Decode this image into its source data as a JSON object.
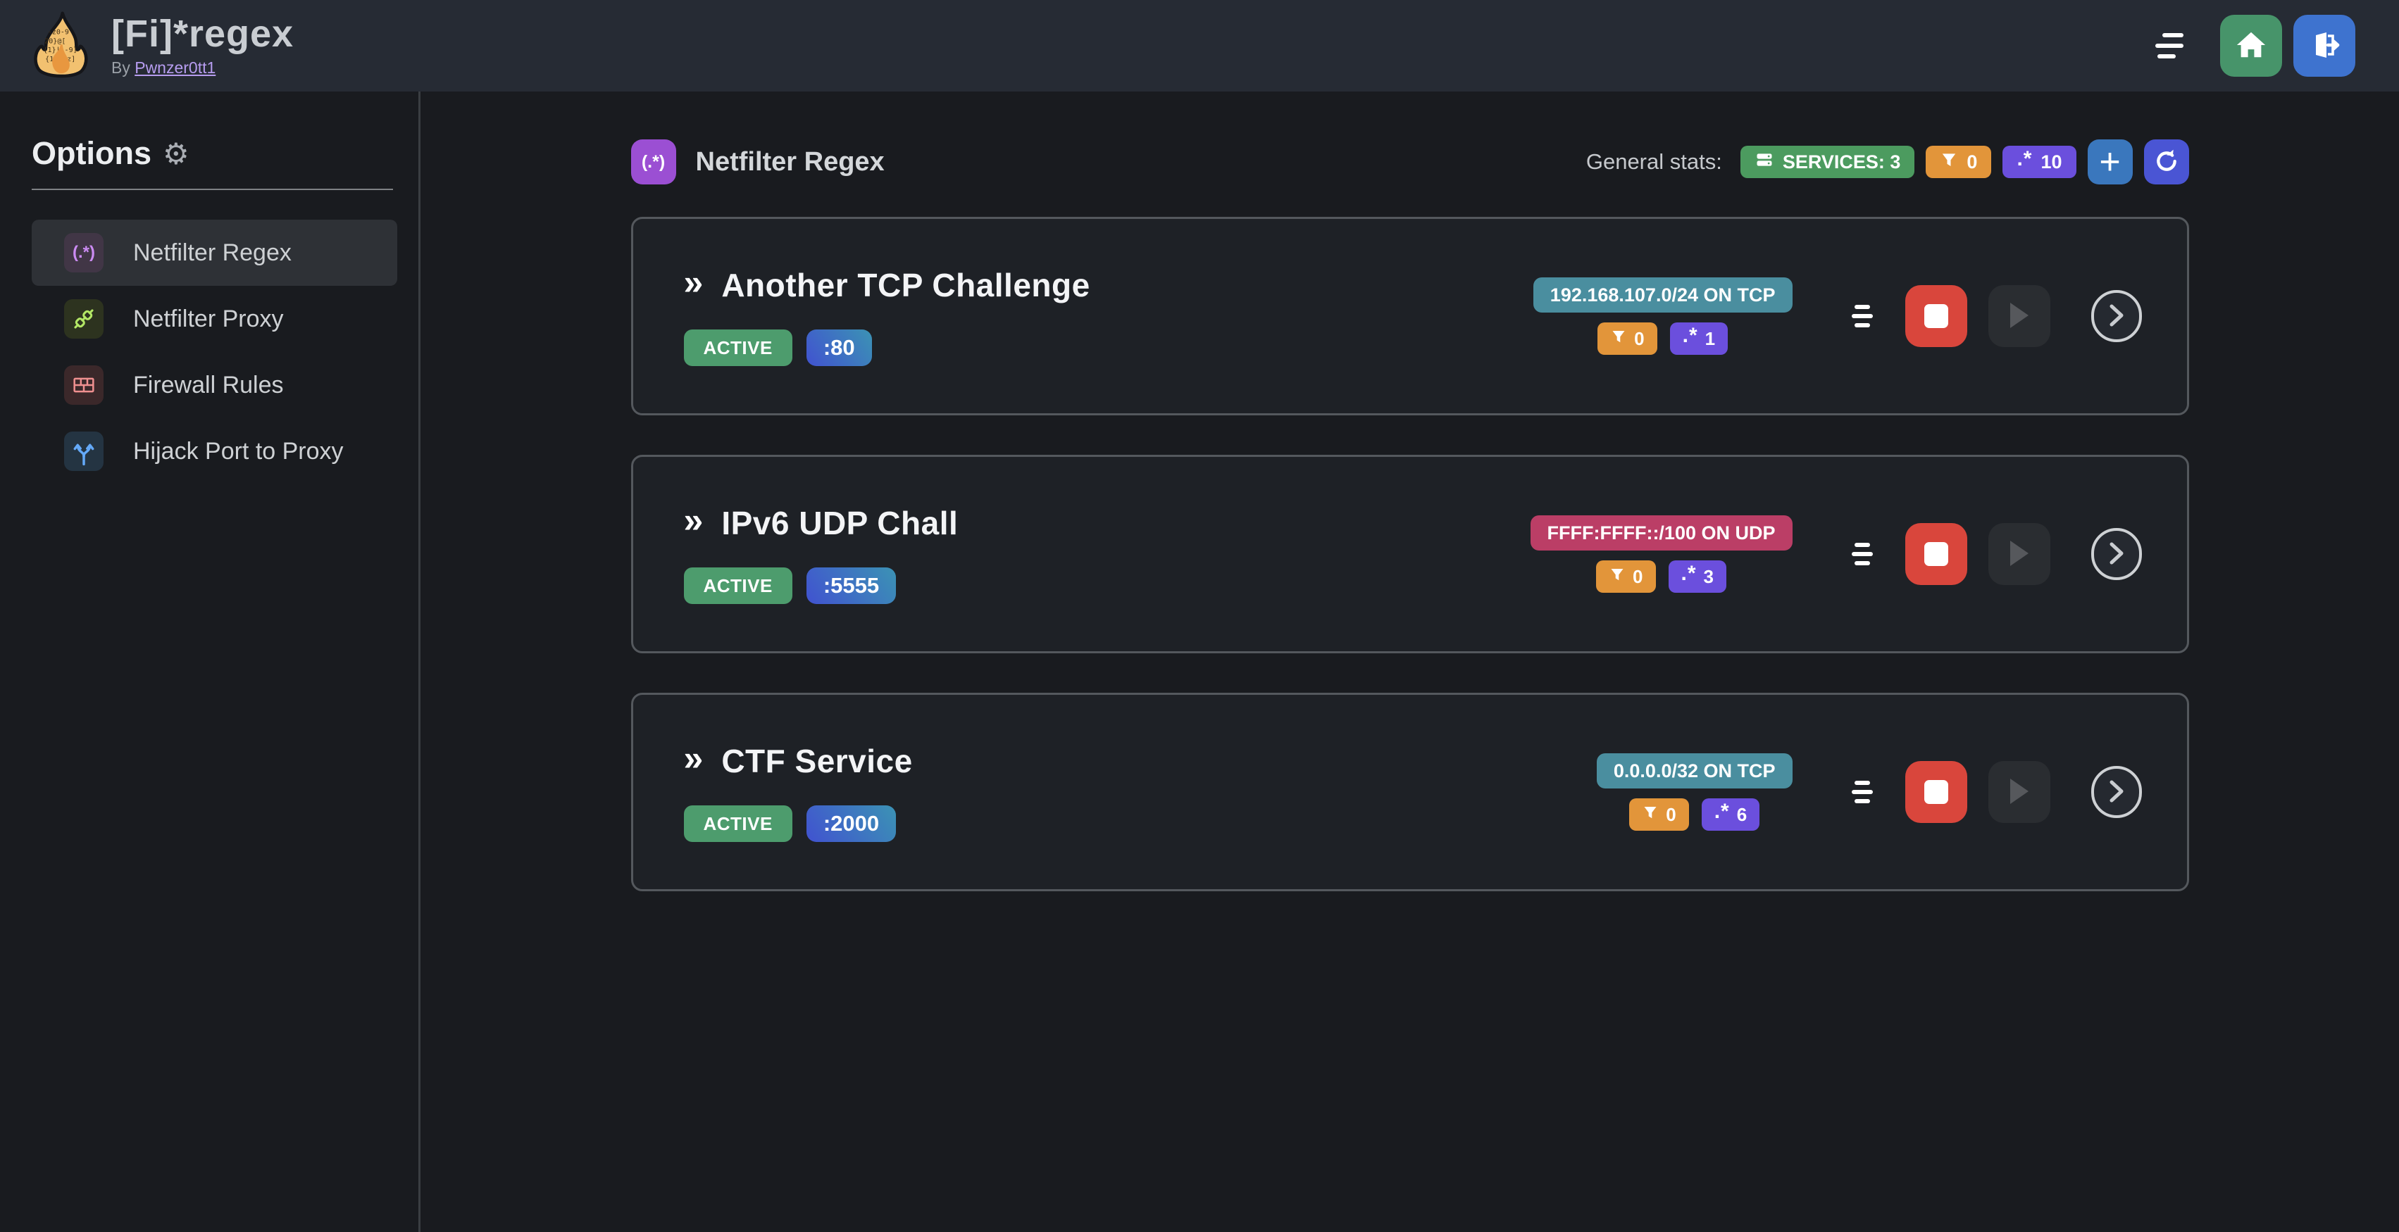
{
  "header": {
    "title": "[Fi]*regex",
    "byline_prefix": "By",
    "author_link": "Pwnzer0tt1"
  },
  "sidebar": {
    "heading": "Options",
    "gear": "⚙",
    "items": [
      {
        "label": "Netfilter Regex",
        "icon": "regex-icon",
        "icon_text": "(.*)",
        "active": true
      },
      {
        "label": "Netfilter Proxy",
        "icon": "plug-icon",
        "active": false
      },
      {
        "label": "Firewall Rules",
        "icon": "brick-wall-icon",
        "active": false
      },
      {
        "label": "Hijack Port to Proxy",
        "icon": "split-arrows-icon",
        "active": false
      }
    ]
  },
  "main": {
    "section_title": "Netfilter Regex",
    "section_icon_text": "(.*)",
    "stats_label": "General stats:",
    "stats": {
      "services_badge": "SERVICES: 3",
      "filtered_count": "0",
      "regex_count": "10"
    },
    "services": [
      {
        "name": "Another TCP Challenge",
        "status": "ACTIVE",
        "port": ":80",
        "cidr": "192.168.107.0/24 ON TCP",
        "cidr_color": "#4a8e9f",
        "filtered": "0",
        "regexes": "1"
      },
      {
        "name": "IPv6 UDP Chall",
        "status": "ACTIVE",
        "port": ":5555",
        "cidr": "FFFF:FFFF::/100 ON UDP",
        "cidr_color": "#bb3e66",
        "filtered": "0",
        "regexes": "3"
      },
      {
        "name": "CTF Service",
        "status": "ACTIVE",
        "port": ":2000",
        "cidr": "0.0.0.0/32 ON TCP",
        "cidr_color": "#4a8e9f",
        "filtered": "0",
        "regexes": "6"
      }
    ]
  },
  "icons": {
    "regex_glyph": ".*",
    "double_chevron": "»",
    "plus": "+"
  },
  "colors": {
    "active_green": "#4d9c6d",
    "badge_orange": "#e2953a",
    "badge_purple": "#6b4fdd",
    "services_green": "#4c9b5f",
    "cidr_teal": "#4a8e9f",
    "cidr_pink": "#bb3e66",
    "stop_red": "#d9463c",
    "home_green": "#47946a",
    "logout_blue": "#3e73cf",
    "add_blue": "#3a77bd",
    "refresh_blue": "#4a55d4",
    "section_purple": "#9b4fd3",
    "port_gradient_start": "#4152d0",
    "port_gradient_end": "#3b93b4"
  }
}
